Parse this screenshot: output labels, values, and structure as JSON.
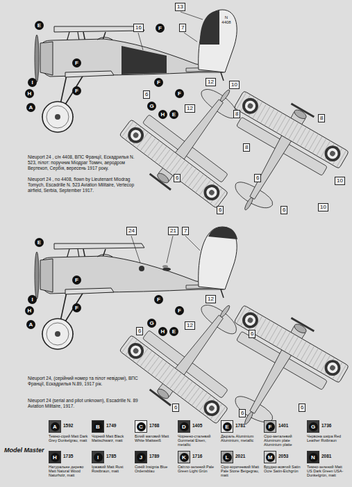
{
  "diagram": {
    "labels": [
      "E",
      "13",
      "16",
      "F",
      "7",
      "N 4408",
      "12",
      "F",
      "F",
      "F",
      "G",
      "H",
      "E",
      "12",
      "I",
      "H",
      "F",
      "A",
      "6",
      "10",
      "8",
      "8",
      "6",
      "6",
      "6",
      "6",
      "10",
      "10",
      "8",
      "Nieuport 24 , с/н 4408, ВПС Франції, Ескадрилья N. 523, пілот: поручник Міодраг Томич, аеродром Вертекоп, Сербія, вересень 1917 року.",
      "Nieuport 24 , no 4408, flown by Lieutenant Miodrag Tomych, Escadrille N. 523 Aviation Militaire, Vertecop airfield, Serbia, September 1917.",
      "24",
      "21",
      "7",
      "E",
      "F",
      "F",
      "12",
      "F",
      "G",
      "H",
      "E",
      "12",
      "I",
      "H",
      "F",
      "A",
      "6",
      "6",
      "6",
      "6",
      "6",
      "Nieuport 24, (серійний номер та пілот невідомі), ВПС Франції, Ескадрилья N.89, 1917 рік.",
      "Nieuport 24 (serial and pilot unknown), Escadrille N. 89 Aviation Militaire, 1917.",
      "Model Master",
      "A",
      "1592",
      "B",
      "1749",
      "C",
      "1768",
      "D",
      "1405",
      "E",
      "1781",
      "F",
      "1401",
      "G",
      "1736",
      "H",
      "1735",
      "I",
      "1785",
      "J",
      "1789",
      "K",
      "1716",
      "L",
      "2021",
      "M",
      "2053",
      "N",
      "2081"
    ],
    "legend": [
      {
        "text": "Темно-сірий Matt Dark Grey Dunkelgrau, matt",
        "color": "#4a4a4a"
      },
      {
        "text": "Чорний Matt Black Mattschwarz, matt",
        "color": "#1c1c1c"
      },
      {
        "text": "Білий матовий Matt White Mattweiß",
        "color": "#efefef"
      },
      {
        "text": "Чорнено-сталевий Gunmetal Eisen, metallic",
        "color": "#3a3a3a"
      },
      {
        "text": "Дюраль Aluminium Aluminium, metallic",
        "color": "#e4e4e4"
      },
      {
        "text": "Сіро-металевий Aluminum plate Aluminium platte",
        "color": "#b4b4b4"
      },
      {
        "text": "Червона шкіра Red Leather Rotbraun",
        "color": "#3e3e3e"
      },
      {
        "text": "Натуральне дерево Matt Natural Wood Naturholz, matt",
        "color": "#2e2e2e"
      },
      {
        "text": "Іржавий Matt Rust Rostbraun, matt",
        "color": "#3a3a3a"
      },
      {
        "text": "Синій Insignia Blue Ordensblau",
        "color": "#2a2a2a"
      },
      {
        "text": "Світло-зелений Pale Green Light Grün",
        "color": "#b8b8b8"
      },
      {
        "text": "Сіро-коричневий Matt Pale Stone Beigegrau, matt",
        "color": "#a6a6a6"
      },
      {
        "text": "Брудно-жовтий Satin Ocre Satin-Eichgrün",
        "color": "#d0d0d0"
      },
      {
        "text": "Темно-зелений Matt US Dark Green USA-Dunkelgrün, matt",
        "color": "#2c2c2c"
      }
    ]
  }
}
